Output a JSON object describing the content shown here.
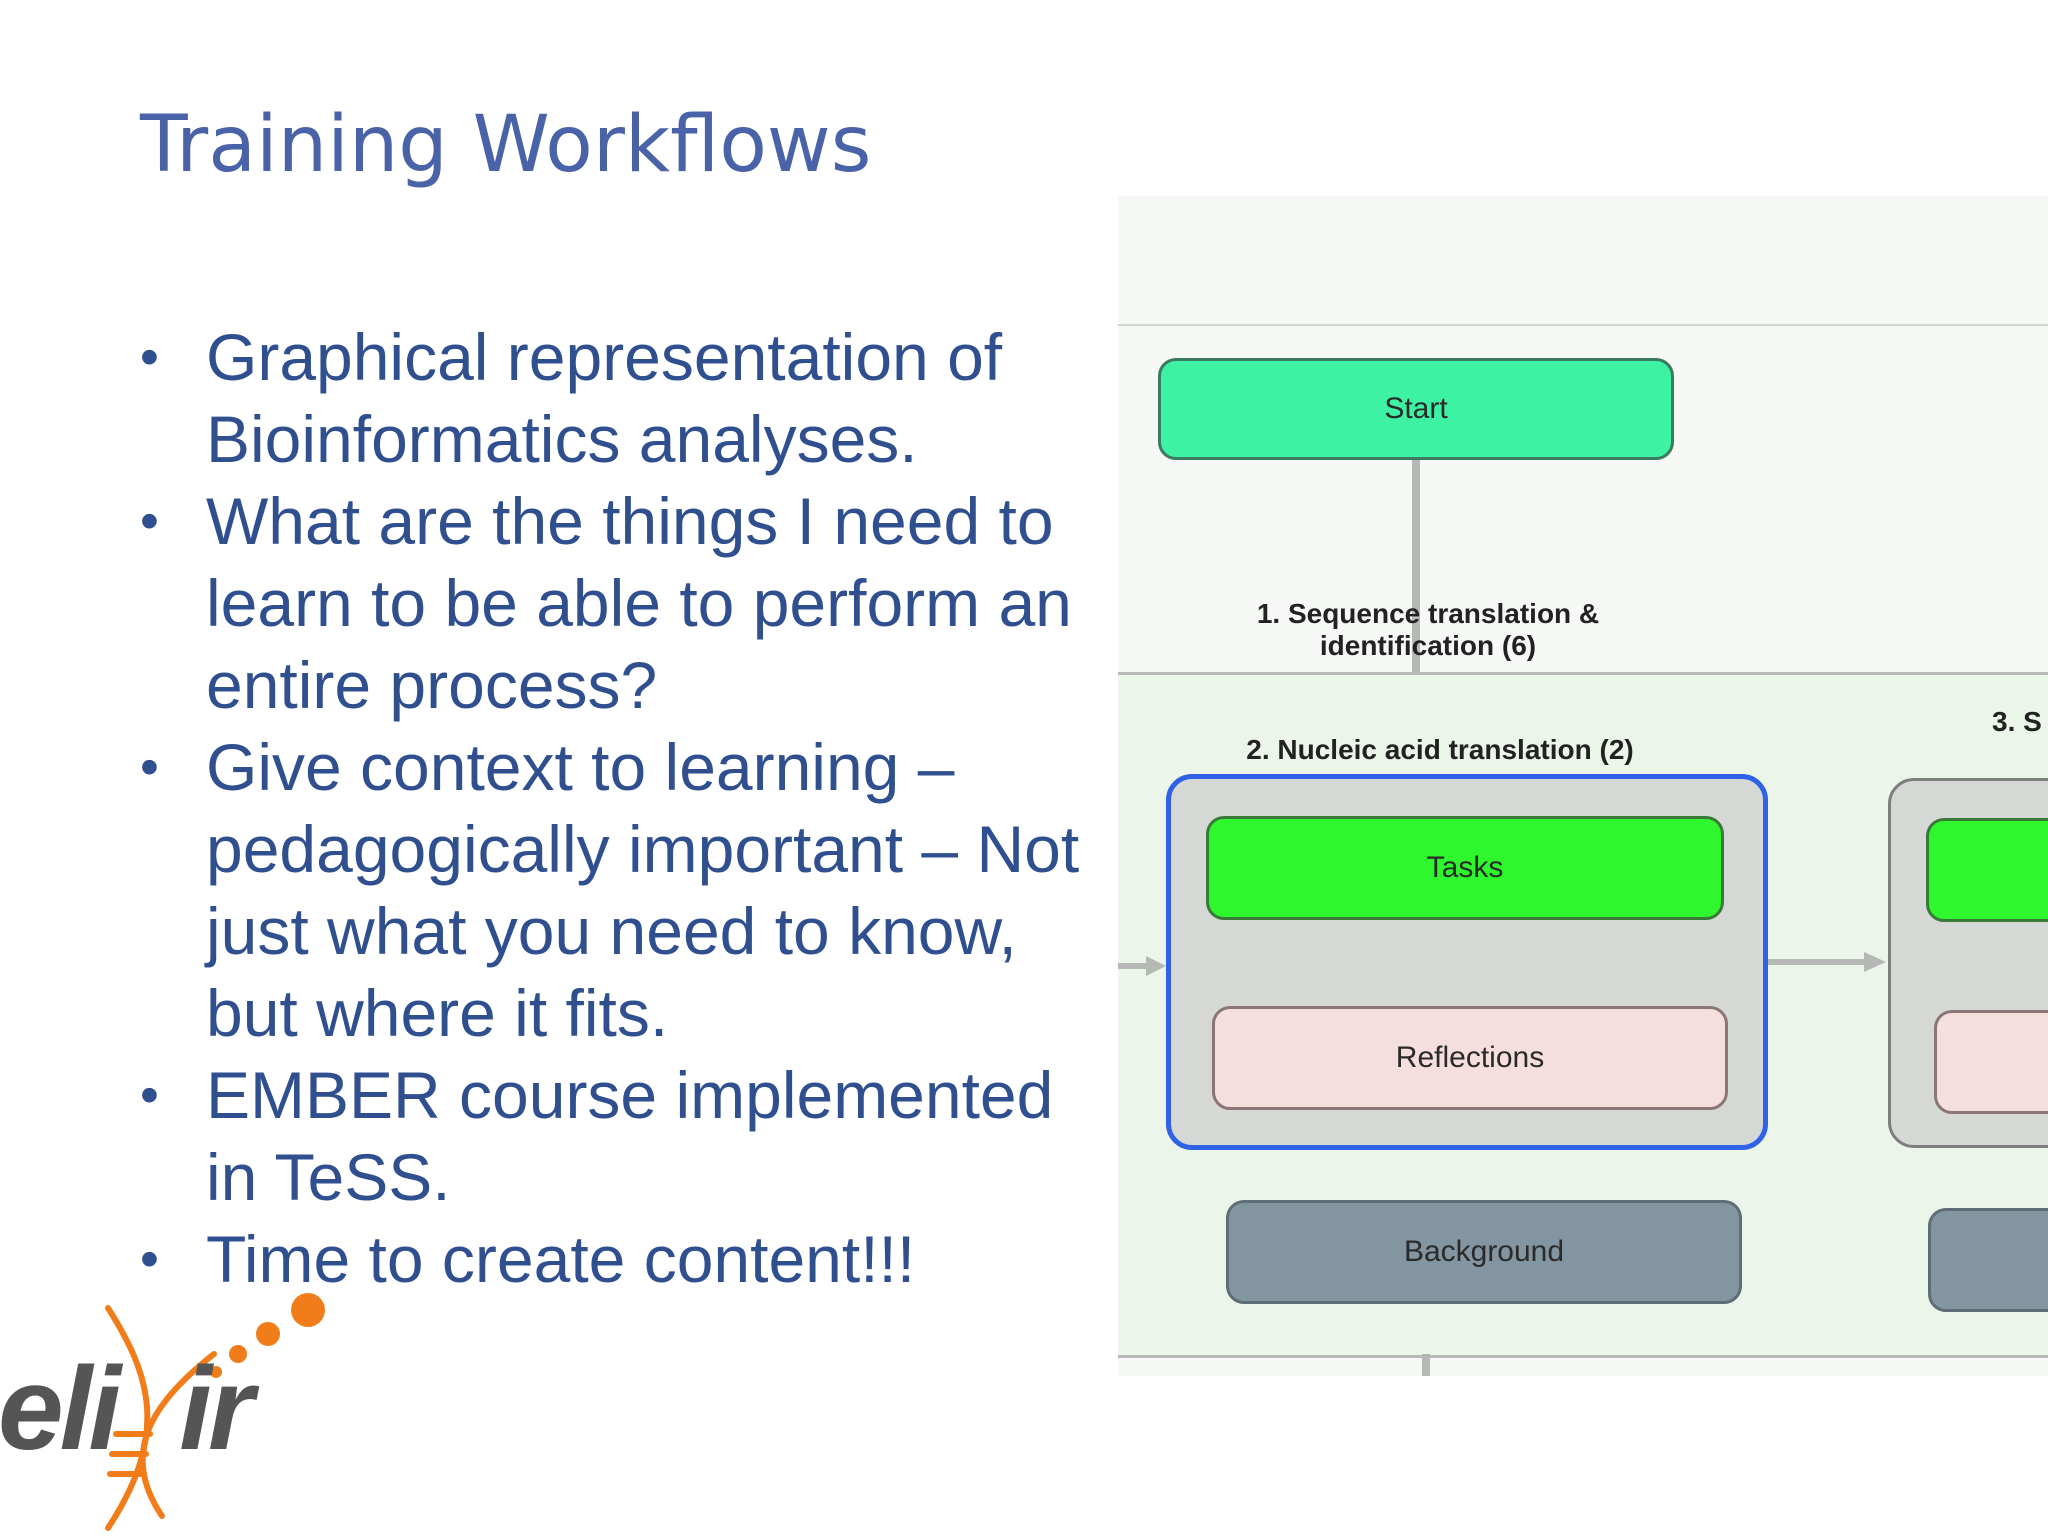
{
  "slide": {
    "title": "Training Workflows",
    "bullets": [
      "Graphical representation of Bioinformatics analyses.",
      "What are the things I need to learn to be able to perform an entire process?",
      "Give context to learning – pedagogically important – Not just what you need to know, but where it fits.",
      "EMBER course implemented in TeSS.",
      "Time to create content!!!"
    ],
    "bullet_glyph": "•"
  },
  "workflow": {
    "start_label": "Start",
    "step1_label": "1. Sequence translation & identification (6)",
    "step2_label": "2. Nucleic acid translation (2)",
    "step3_label_fragment": "3. S",
    "tasks_label": "Tasks",
    "reflections_label": "Reflections",
    "background_label": "Background"
  },
  "logo": {
    "text_left": "eli",
    "text_right": "ir",
    "colors": {
      "text": "#555555",
      "helix": "#f07d1a"
    }
  },
  "colors": {
    "title": "#4a63a8",
    "bullet_text": "#2f4f8f",
    "start": "#3ef2a4",
    "tasks": "#2ef72e",
    "reflections": "#f5dede",
    "background": "#8295a0",
    "group_border_selected": "#2f62e6"
  }
}
